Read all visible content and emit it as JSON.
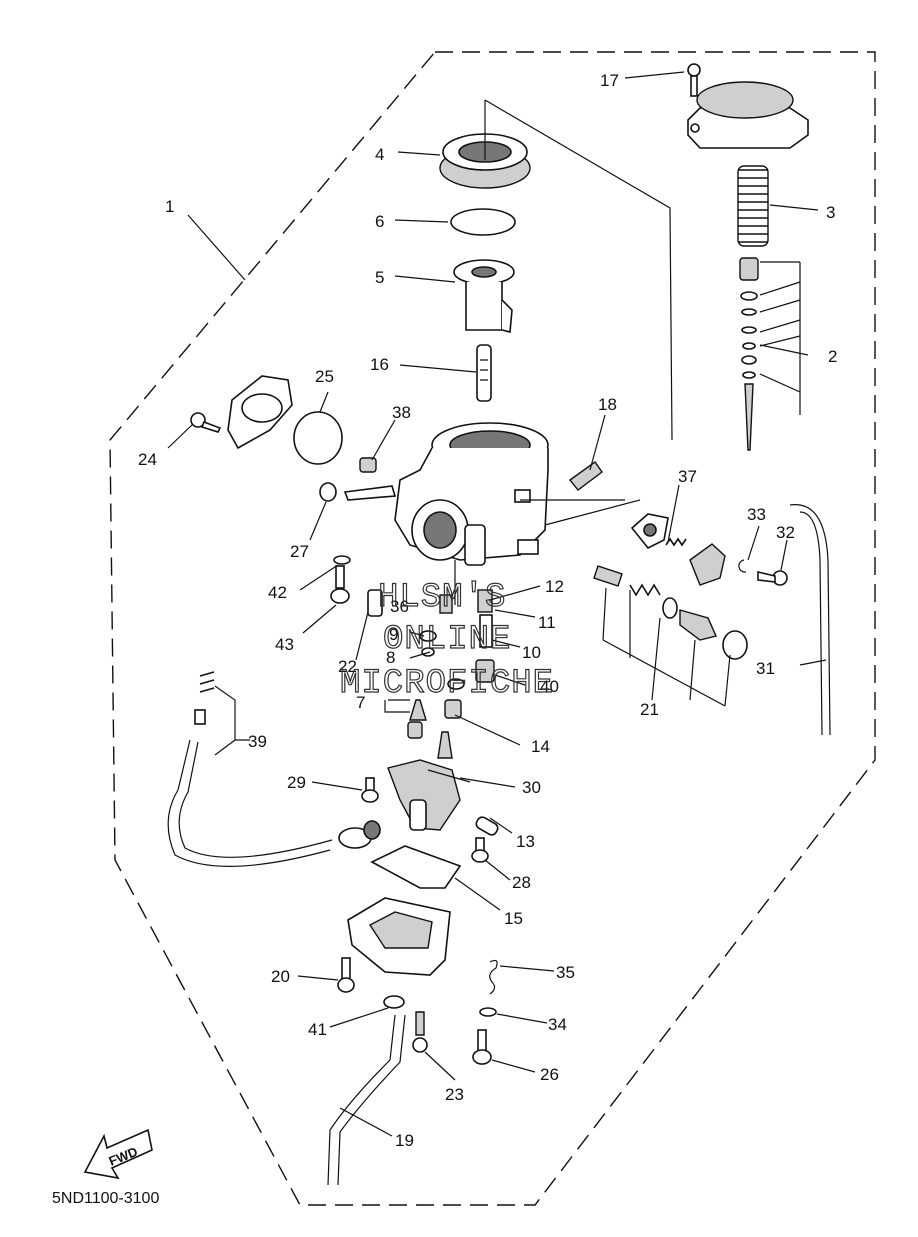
{
  "diagram": {
    "code": "5ND1100-3100",
    "fwd_label": "FWD",
    "watermark": [
      "HLSM'S",
      "ONLINE",
      "MICROFICHE"
    ],
    "callouts": [
      "1",
      "2",
      "3",
      "4",
      "5",
      "6",
      "7",
      "8",
      "9",
      "10",
      "11",
      "12",
      "13",
      "14",
      "15",
      "16",
      "17",
      "18",
      "19",
      "20",
      "21",
      "22",
      "23",
      "24",
      "25",
      "26",
      "27",
      "28",
      "29",
      "30",
      "31",
      "32",
      "33",
      "34",
      "35",
      "36",
      "37",
      "38",
      "39",
      "40",
      "41",
      "42",
      "43"
    ]
  }
}
